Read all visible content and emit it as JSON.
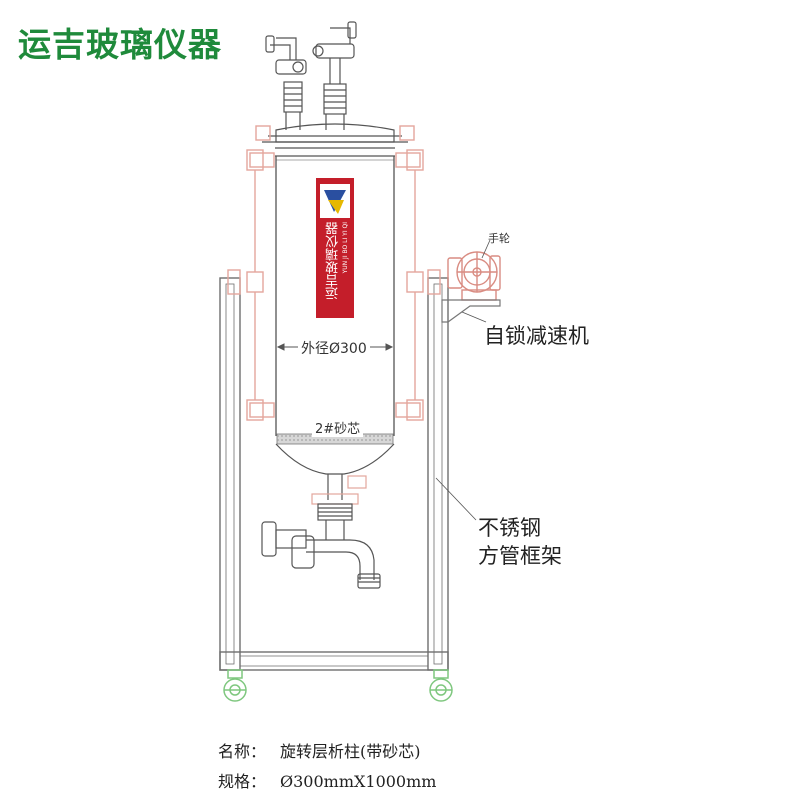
{
  "brand": {
    "name": "运吉玻璃仪器",
    "color": "#1f8a3b"
  },
  "panel": {
    "text": "运吉玻璃仪器",
    "subtext": "YUN JI BO LI YI QI",
    "color": "#c41e2a",
    "logo_color": "#2a4fa0"
  },
  "labels": {
    "handwheel": "手轮",
    "reducer": "自锁减速机",
    "outer_diameter": "外径Ø300",
    "sand_core": "2#砂芯",
    "frame_line1": "不锈钢",
    "frame_line2": "方管框架"
  },
  "footer": {
    "name_key": "名称：",
    "name_value": "旋转层析柱(带砂芯)",
    "spec_key": "规格：",
    "spec_value": "Ø300mmX1000mm"
  },
  "colors": {
    "frame": "#7a7a7a",
    "clamp": "#e9b0a8",
    "caster": "#8ccf8c",
    "glass": "#555555"
  }
}
